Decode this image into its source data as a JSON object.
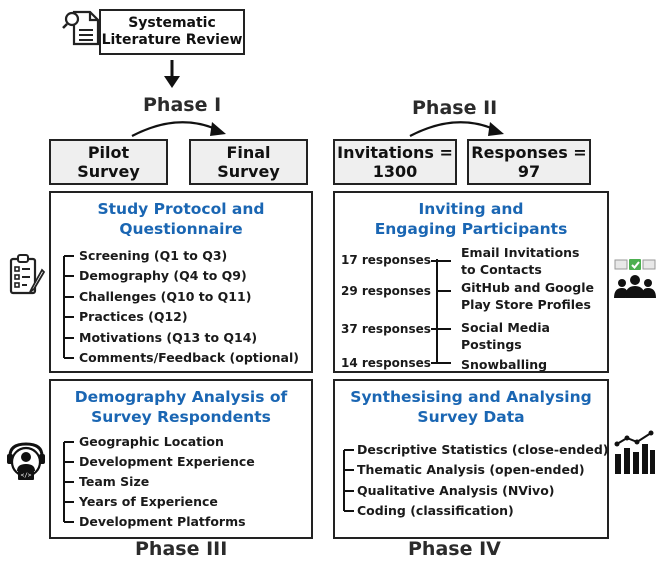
{
  "top": {
    "slr_line1": "Systematic",
    "slr_line2": "Literature Review"
  },
  "phases": {
    "p1": "Phase I",
    "p2": "Phase II",
    "p3": "Phase III",
    "p4": "Phase IV"
  },
  "phase1": {
    "pilot_line1": "Pilot",
    "pilot_line2": "Survey",
    "final_line1": "Final",
    "final_line2": "Survey",
    "title_line1": "Study Protocol and",
    "title_line2": "Questionnaire",
    "items": [
      "Screening (Q1 to Q3)",
      "Demography (Q4 to Q9)",
      "Challenges (Q10 to Q11)",
      "Practices (Q12)",
      "Motivations (Q13 to Q14)",
      "Comments/Feedback (optional)"
    ]
  },
  "phase2": {
    "inv_line1": "Invitations =",
    "inv_line2": "1300",
    "resp_line1": "Responses =",
    "resp_line2": "97",
    "title_line1": "Inviting and",
    "title_line2": "Engaging Participants",
    "rows": [
      {
        "count": "17 responses",
        "line1": "Email Invitations",
        "line2": "to Contacts"
      },
      {
        "count": "29 responses",
        "line1": "GitHub and Google",
        "line2": "Play Store Profiles"
      },
      {
        "count": "37 responses",
        "line1": "Social Media",
        "line2": "Postings"
      },
      {
        "count": "14 responses",
        "line1": "Snowballing",
        "line2": ""
      }
    ]
  },
  "phase3": {
    "title_line1": "Demography Analysis of",
    "title_line2": "Survey Respondents",
    "items": [
      "Geographic Location",
      "Development Experience",
      "Team Size",
      "Years of Experience",
      "Development Platforms"
    ]
  },
  "phase4": {
    "title_line1": "Synthesising and Analysing",
    "title_line2": "Survey Data",
    "items": [
      "Descriptive Statistics (close-ended)",
      "Thematic Analysis (open-ended)",
      "Qualitative Analysis (NVivo)",
      "Coding (classification)"
    ]
  },
  "colors": {
    "accent_blue": "#1a66b3",
    "box_gray": "#efefef",
    "check_green": "#4caf50"
  }
}
